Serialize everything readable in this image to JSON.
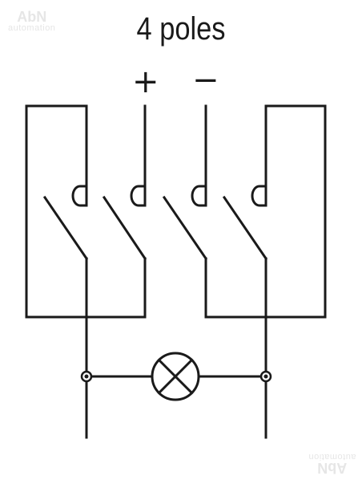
{
  "diagram": {
    "title": "4 poles",
    "plus_sign": "+",
    "minus_sign": "−",
    "watermark_brand": "AbN",
    "watermark_sub": "automation",
    "line_color": "#1a1a1a",
    "poles": [
      "pole-1",
      "pole-2",
      "pole-3",
      "pole-4"
    ],
    "components": [
      "lamp-icon",
      "junction-left",
      "junction-right"
    ]
  }
}
